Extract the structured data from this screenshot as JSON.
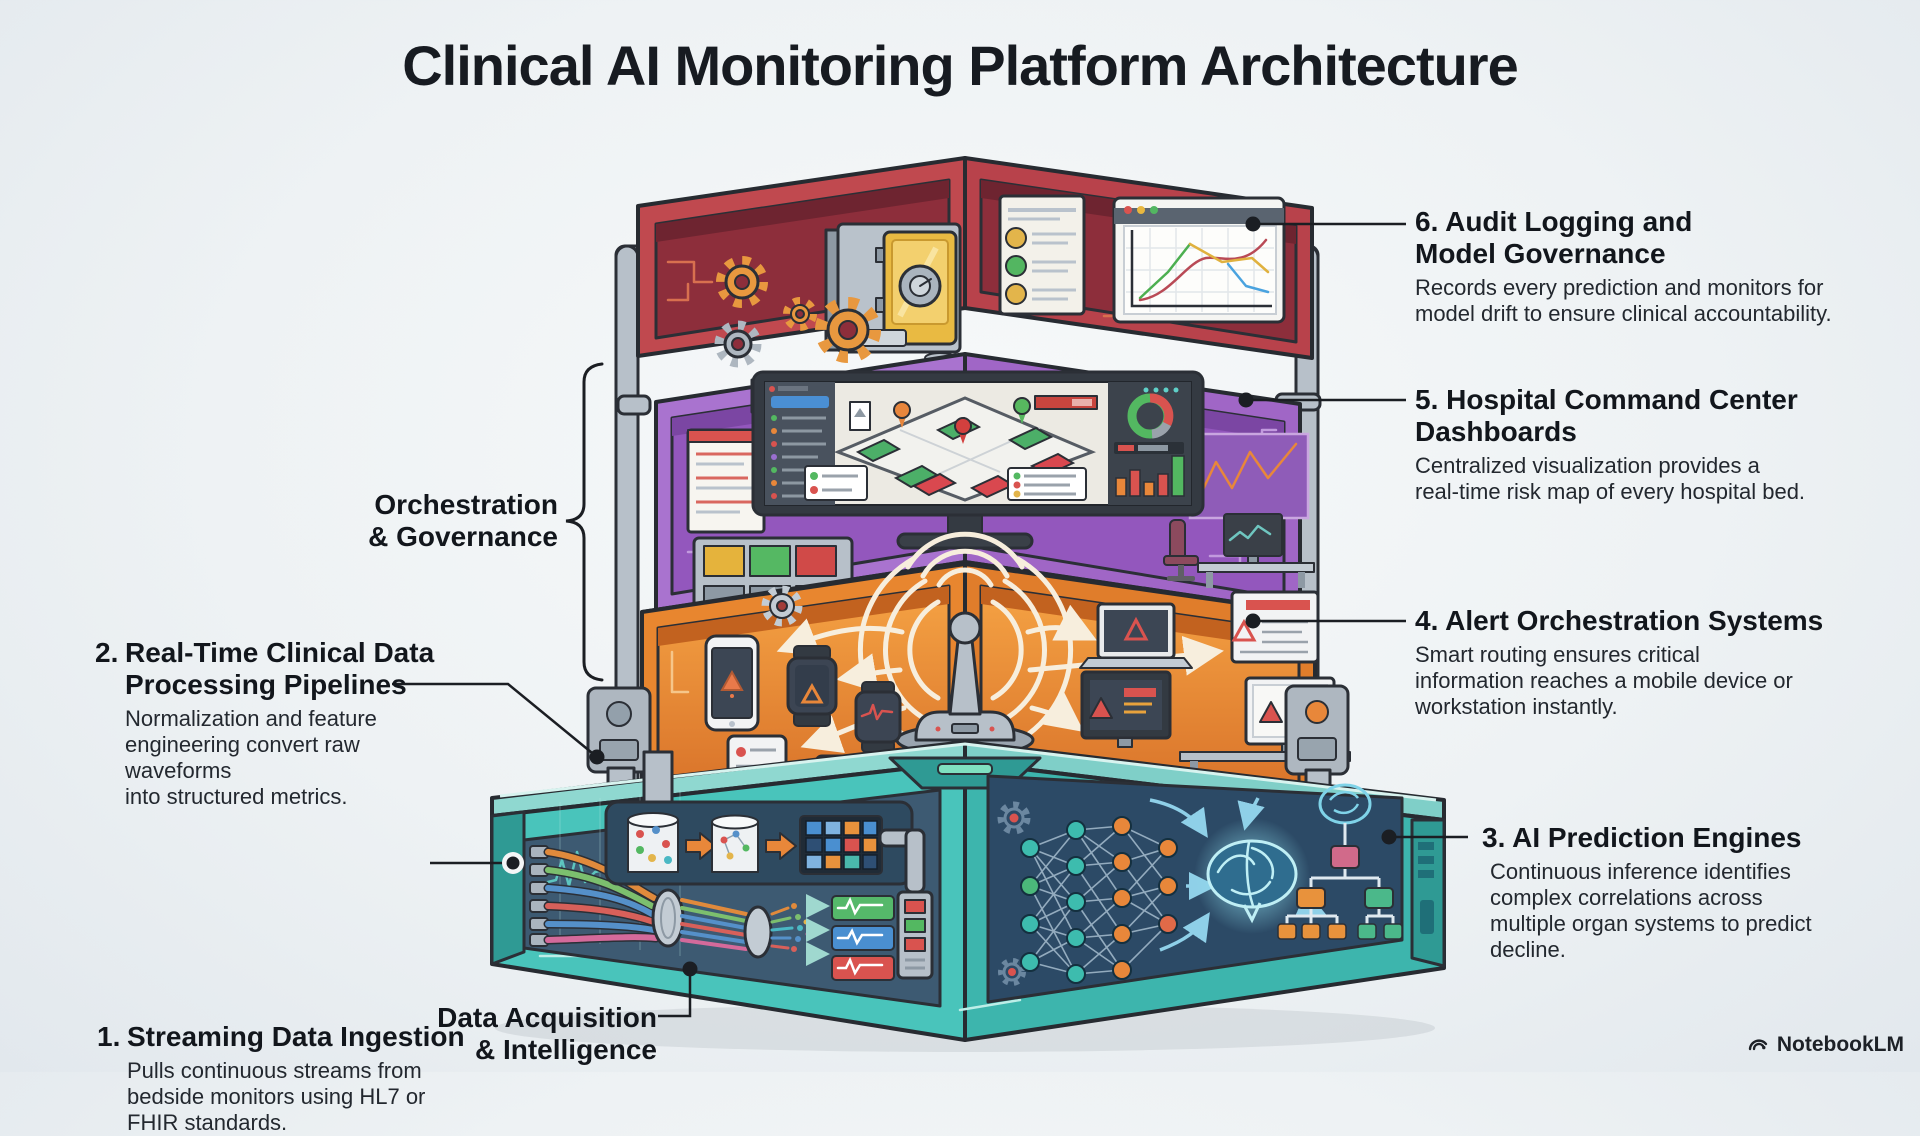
{
  "title": "Clinical AI Monitoring Platform Architecture",
  "annotations": {
    "a6": {
      "title": "6. Audit Logging and\nModel Governance",
      "body": "Records every prediction and monitors for\nmodel drift to ensure clinical accountability."
    },
    "a5": {
      "title": "5. Hospital Command Center\nDashboards",
      "body": "Centralized visualization provides a\nreal-time risk map of every hospital bed."
    },
    "a4": {
      "title": "4. Alert Orchestration Systems",
      "body": "Smart routing ensures critical\ninformation reaches a mobile device or\nworkstation instantly."
    },
    "a3": {
      "title": "3. AI Prediction Engines",
      "body": "Continuous inference identifies\ncomplex correlations across\nmultiple organ systems to predict\ndecline."
    },
    "a2": {
      "num": "2.",
      "title": "Real-Time Clinical Data\nProcessing Pipelines",
      "body": "Normalization and feature\nengineering convert raw waveforms\ninto structured metrics."
    },
    "a1": {
      "num": "1.",
      "title": "Streaming Data Ingestion",
      "body": "Pulls continuous streams from\nbedside monitors using HL7 or\nFHIR standards."
    }
  },
  "labels": {
    "orchestration": "Orchestration\n& Governance",
    "data_acq": "Data Acquisition\n& Intelligence"
  },
  "watermark": {
    "name": "NotebookLM"
  },
  "palette": {
    "audit_layer_red": "#c0494f",
    "audit_panel": "#8d2e3b",
    "command_layer_purple": "#a973cf",
    "command_panel": "#9357bd",
    "alert_layer_orange": "#e8862f",
    "data_layer_teal": "#49c4bb",
    "data_panel_navy": "#3d5a72",
    "pipe_gray": "#b7c0c9",
    "leader_black": "#1b1e23",
    "alert_red": "#d9534f",
    "ok_green": "#53b861",
    "warn_orange": "#e8873a",
    "brain_glow_teal": "#8fe0ef"
  }
}
